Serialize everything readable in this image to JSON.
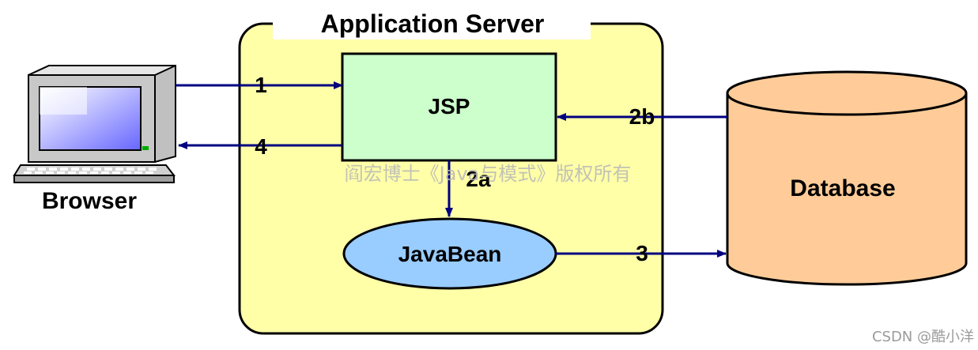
{
  "diagram": {
    "container": {
      "title": "Application Server"
    },
    "nodes": {
      "browser": {
        "label": "Browser"
      },
      "jsp": {
        "label": "JSP"
      },
      "javabean": {
        "label": "JavaBean"
      },
      "database": {
        "label": "Database"
      }
    },
    "edges": [
      {
        "from": "browser",
        "to": "jsp",
        "label": "1"
      },
      {
        "from": "jsp",
        "to": "javabean",
        "label": "2a"
      },
      {
        "from": "database",
        "to": "jsp",
        "label": "2b"
      },
      {
        "from": "javabean",
        "to": "database",
        "label": "3"
      },
      {
        "from": "jsp",
        "to": "browser",
        "label": "4"
      }
    ]
  },
  "watermark": "阎宏博士《Java与模式》版权所有",
  "credit": "CSDN @酷小洋",
  "colors": {
    "container_fill": "#ffffa8",
    "jsp_fill": "#ccffcc",
    "javabean_fill": "#99ccff",
    "database_fill": "#ffcc99",
    "arrow": "#000080",
    "stroke": "#000000"
  }
}
